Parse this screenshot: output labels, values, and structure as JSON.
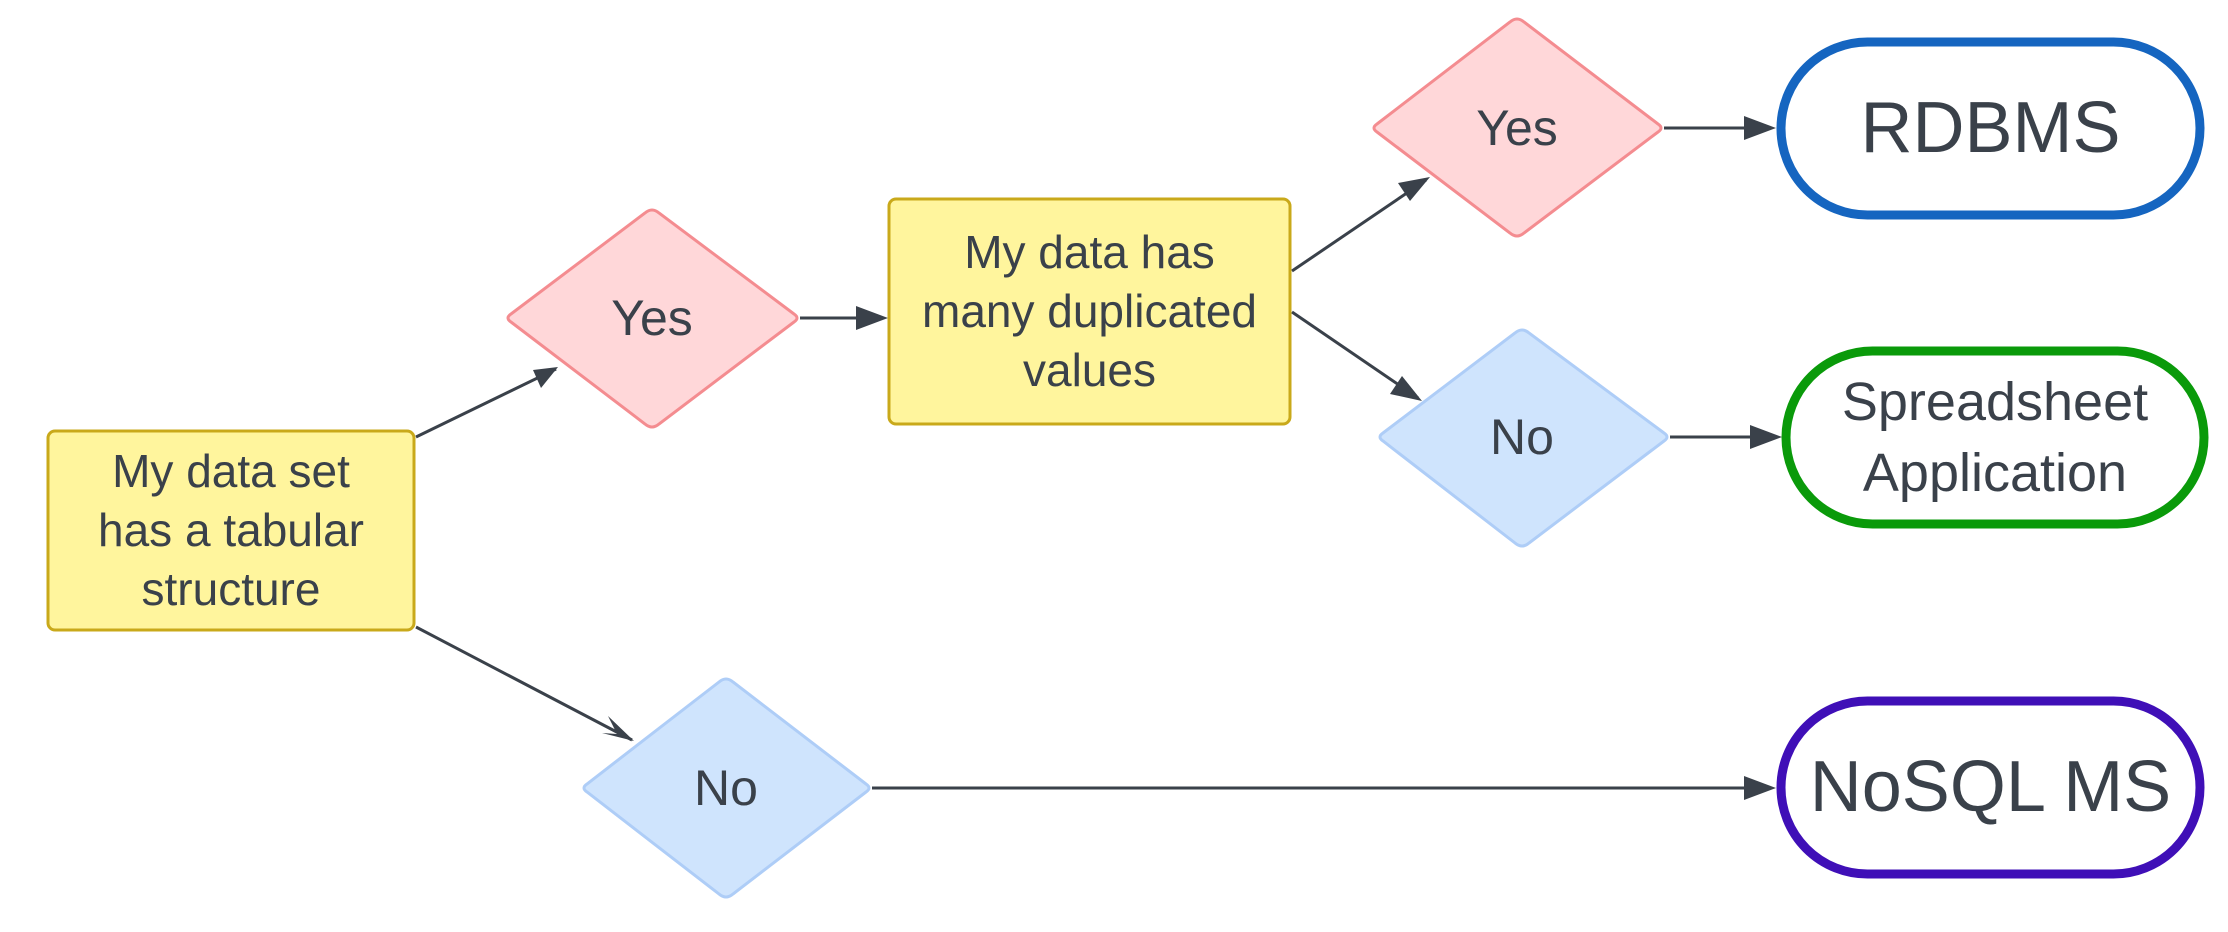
{
  "nodes": {
    "start": {
      "text": "My data set has a tabular structure"
    },
    "yes_1": {
      "text": "Yes"
    },
    "no_1": {
      "text": "No"
    },
    "duplicates": {
      "text": "My data has many duplicated values"
    },
    "yes_2": {
      "text": "Yes"
    },
    "no_2": {
      "text": "No"
    },
    "rdbms": {
      "text": "RDBMS"
    },
    "spreadsheet": {
      "text": "Spreadsheet Application"
    },
    "nosql": {
      "text": "NoSQL MS"
    }
  },
  "edges": [
    {
      "from": "start",
      "to": "yes_1"
    },
    {
      "from": "start",
      "to": "no_1"
    },
    {
      "from": "yes_1",
      "to": "duplicates"
    },
    {
      "from": "duplicates",
      "to": "yes_2"
    },
    {
      "from": "duplicates",
      "to": "no_2"
    },
    {
      "from": "yes_2",
      "to": "rdbms"
    },
    {
      "from": "no_2",
      "to": "spreadsheet"
    },
    {
      "from": "no_1",
      "to": "nosql"
    }
  ],
  "colors": {
    "process_fill": "#fff59d",
    "process_stroke": "#c9a91a",
    "yes_fill": "#ffd7d9",
    "yes_stroke": "#f48c90",
    "no_fill": "#cfe4fd",
    "no_stroke": "#aecdf7",
    "rdbms_stroke": "#1565c0",
    "spreadsheet_stroke": "#0a9a0a",
    "nosql_stroke": "#3f0fb7",
    "edge": "#3a414a",
    "text": "#3a414a"
  }
}
